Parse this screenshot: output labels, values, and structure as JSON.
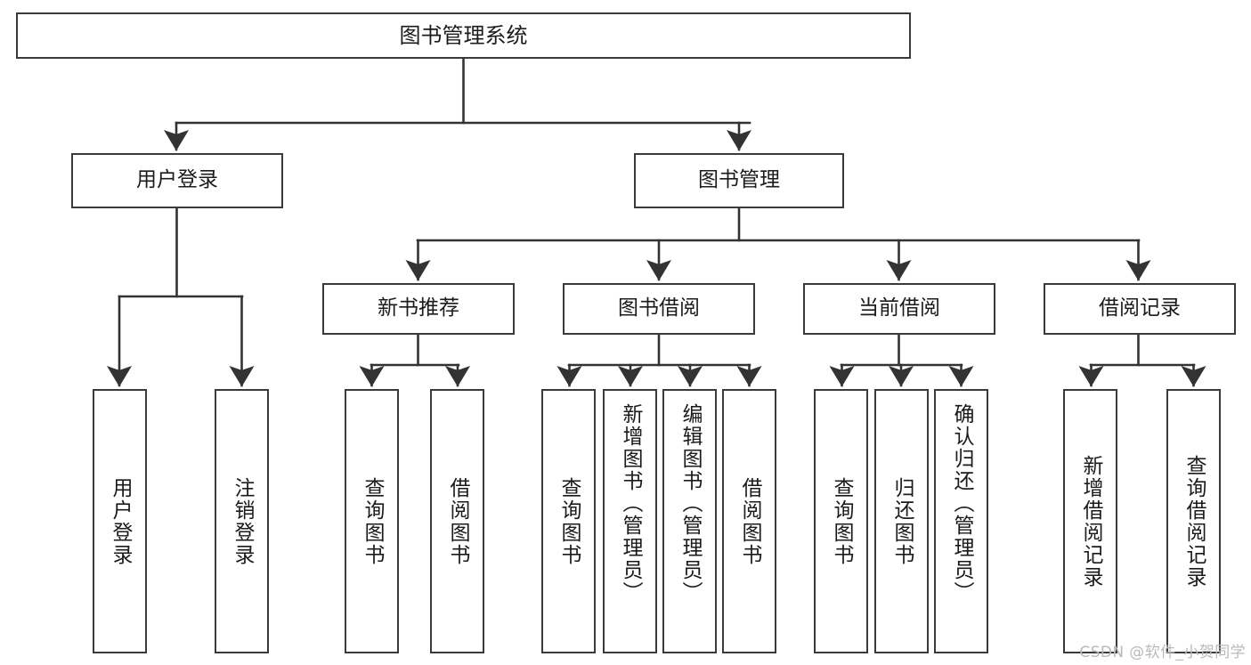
{
  "diagram": {
    "title": "图书管理系统",
    "type": "tree-hierarchy-diagram",
    "colors": {
      "box_border": "#3a3a3a",
      "box_fill": "#ffffff",
      "connector": "#333333",
      "text": "#1b1b1b",
      "watermark": "#b9b9b9",
      "background": "#ffffff"
    },
    "root": {
      "label": "图书管理系统"
    },
    "level2": [
      {
        "label": "用户登录"
      },
      {
        "label": "图书管理"
      }
    ],
    "level3": [
      {
        "label": "新书推荐"
      },
      {
        "label": "图书借阅"
      },
      {
        "label": "当前借阅"
      },
      {
        "label": "借阅记录"
      }
    ],
    "leaves": {
      "user_login": [
        {
          "label": "用户登录"
        },
        {
          "label": "注销登录"
        }
      ],
      "new_book_recommend": [
        {
          "label": "查询图书"
        },
        {
          "label": "借阅图书"
        }
      ],
      "book_borrow": [
        {
          "label": "查询图书"
        },
        {
          "label": "新增图书（管理员）"
        },
        {
          "label": "编辑图书（管理员）"
        },
        {
          "label": "借阅图书"
        }
      ],
      "current_borrow": [
        {
          "label": "查询图书"
        },
        {
          "label": "归还图书"
        },
        {
          "label": "确认归还（管理员）"
        }
      ],
      "borrow_record": [
        {
          "label": "新增借阅记录"
        },
        {
          "label": "查询借阅记录"
        }
      ]
    },
    "watermark": "CSDN @软件_小贺同学"
  }
}
